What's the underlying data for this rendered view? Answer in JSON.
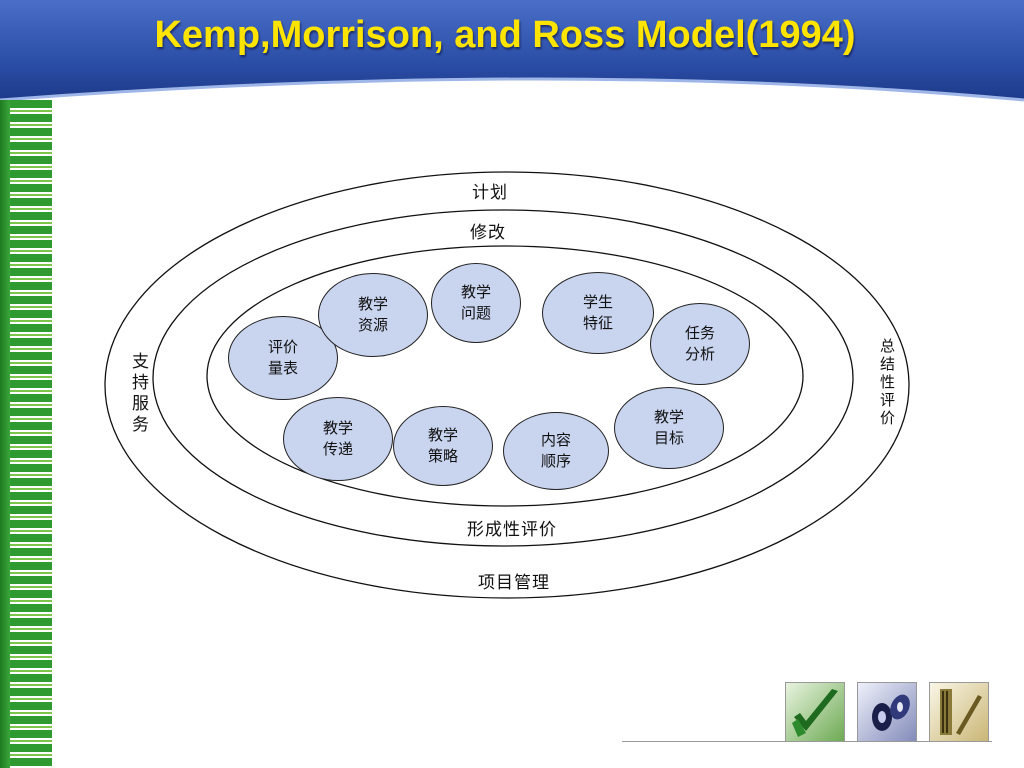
{
  "slide": {
    "title": "Kemp,Morrison, and Ross Model(1994)"
  },
  "diagram": {
    "outer_top_label": "计划",
    "outer_bottom_label": "项目管理",
    "middle_top_label": "修改",
    "middle_bottom_label": "形成性评价",
    "left_label": "支持服务",
    "right_label": "总结性评价",
    "nodes": [
      {
        "id": "teaching-problem",
        "text": "教学问题"
      },
      {
        "id": "learner-characteristics",
        "text": "学生特征"
      },
      {
        "id": "task-analysis",
        "text": "任务分析"
      },
      {
        "id": "instructional-objectives",
        "text": "教学目标"
      },
      {
        "id": "content-sequencing",
        "text": "内容顺序"
      },
      {
        "id": "instructional-strategies",
        "text": "教学策略"
      },
      {
        "id": "designing-the-message",
        "text": "教学传递"
      },
      {
        "id": "evaluation-instruments",
        "text": "评价量表"
      },
      {
        "id": "instructional-resources",
        "text": "教学资源"
      }
    ]
  },
  "colors": {
    "banner": "#2c4fa8",
    "title_text": "#ffe400",
    "node_fill": "#c9d4ef",
    "stripe_green": "#2f9a2f"
  },
  "footer_icons": [
    "checkmark-tile-icon",
    "disc-tile-icon",
    "pen-tile-icon"
  ]
}
